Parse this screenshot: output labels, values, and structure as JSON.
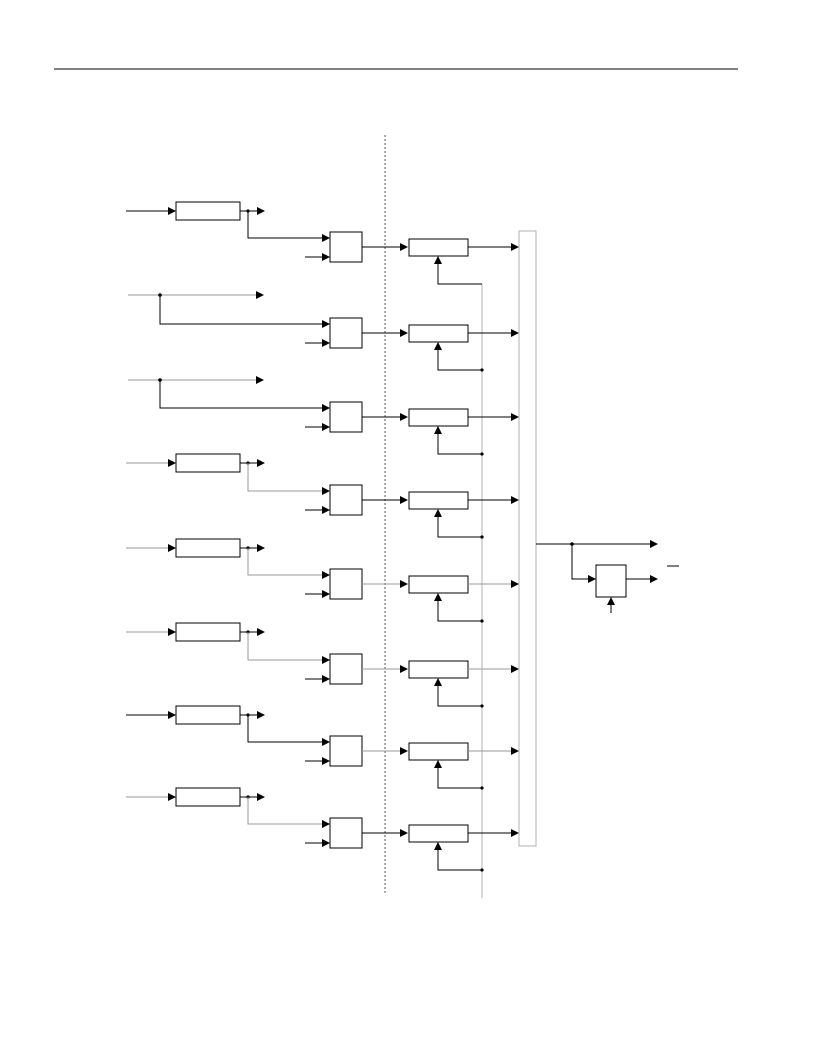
{
  "page": {
    "background": "#ffffff",
    "rule_color": "#000000"
  },
  "diagram": {
    "line_color": "#000000",
    "faint_line_color": "#9a9a9a",
    "divider_color": "#555555",
    "bus_color": "#b0b0b0",
    "channels": [
      {
        "input_stage": "block",
        "input_arrow": "dark"
      },
      {
        "input_stage": "direct",
        "input_arrow": "faint"
      },
      {
        "input_stage": "direct",
        "input_arrow": "faint"
      },
      {
        "input_stage": "block",
        "input_arrow": "faint"
      },
      {
        "input_stage": "block",
        "input_arrow": "faint"
      },
      {
        "input_stage": "block",
        "input_arrow": "faint"
      },
      {
        "input_stage": "block",
        "input_arrow": "dark"
      },
      {
        "input_stage": "block",
        "input_arrow": "faint"
      }
    ],
    "output_stage": {
      "outputs": 2,
      "has_gate": true,
      "has_bar_label": true
    }
  }
}
